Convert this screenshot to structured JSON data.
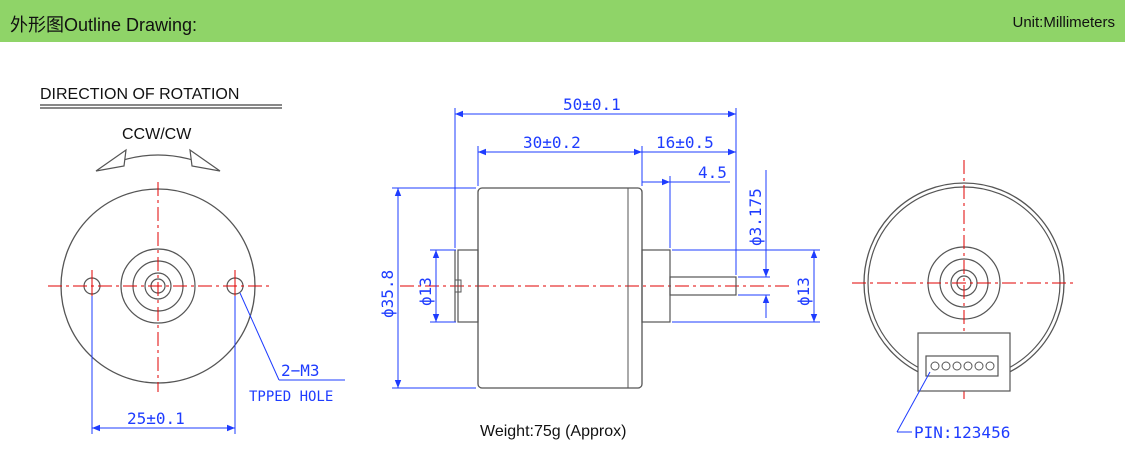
{
  "header": {
    "title": "外形图Outline Drawing:",
    "unit": "Unit:Millimeters",
    "background": "#8fd468"
  },
  "colors": {
    "outline": "#555555",
    "dimension": "#1e3cff",
    "centerline": "#e00000"
  },
  "front_view": {
    "rotation_title": "DIRECTION OF ROTATION",
    "rotation_label": "CCW/CW",
    "hole_callout": "2−M3",
    "hole_note": "TPPED  HOLE",
    "width_dim": "25±0.1"
  },
  "side_view": {
    "length_dim": "50±0.1",
    "body_dim": "30±0.2",
    "shaft_dim": "16±0.5",
    "step_dim": "4.5",
    "shaft_dia": "ϕ3.175",
    "body_dia": "ϕ35.8",
    "boss_dia_left": "ϕ13",
    "boss_dia_right": "ϕ13",
    "weight": "Weight:75g (Approx)"
  },
  "rear_view": {
    "pin_label": "PIN:123456"
  }
}
